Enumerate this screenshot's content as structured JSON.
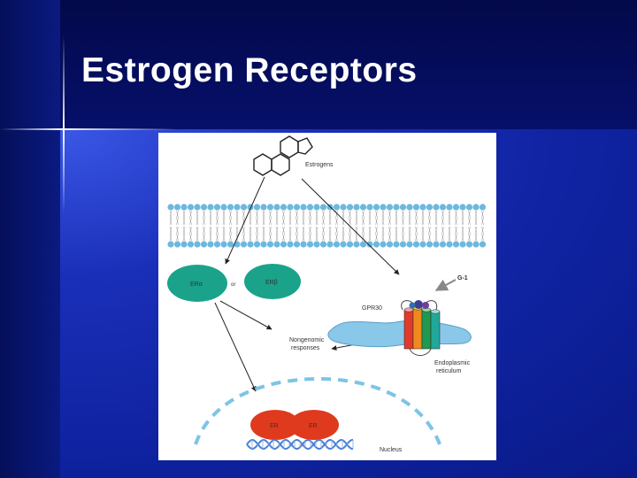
{
  "slide": {
    "title": "Estrogen Receptors"
  },
  "diagram": {
    "estrogens": "Estrogens",
    "er_alpha": "ERα",
    "or": "or",
    "er_beta": "ERβ",
    "g1": "G-1",
    "gpr30": "GPR30",
    "nongenomic_line1": "Nongenomic",
    "nongenomic_line2": "responses",
    "er_line1": "Endoplasmic",
    "er_line2": "reticulum",
    "nucleus_er_left": "ER",
    "nucleus_er_right": "ER",
    "nucleus": "Nucleus"
  },
  "colors": {
    "receptor_teal": "#1aa38a",
    "nuclear_er_red": "#e03a1e",
    "membrane_blue": "#6cb8de",
    "dna_blue": "#4a7fd6",
    "helix_red": "#e23a2a",
    "helix_orange": "#f08a1c",
    "helix_yellow": "#f5d21e",
    "helix_green": "#1f9a50",
    "helix_teal": "#20a89a"
  }
}
